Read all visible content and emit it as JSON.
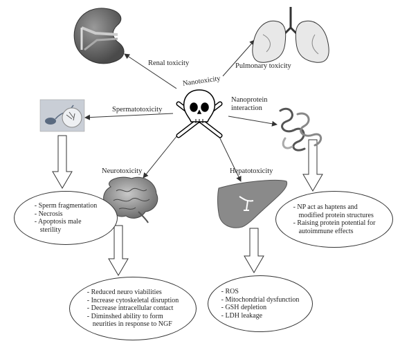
{
  "center": {
    "title": "Nanotoxicity"
  },
  "effects": {
    "renal": "Renal toxicity",
    "pulmonary": "Pulmonary toxicity",
    "sperm": "Spermatotoxicity",
    "nanoprotein": [
      "Nanoprotein",
      "interaction"
    ],
    "neuro": "Neurotoxicity",
    "hepato": "Hepatotoxicity"
  },
  "boxes": {
    "sperm": [
      "- Sperm fragmentation",
      "- Necrosis",
      "- Apoptosis male",
      "sterility"
    ],
    "protein": [
      "- NP act as haptens and",
      "modified protein structures",
      "- Raising protein potential for",
      "autoimmune effects"
    ],
    "neuro": [
      "- Reduced neuro viabilities",
      "- Increase cytoskeletal disruption",
      "- Decrease intracellular contact",
      "- Diminshed ability to form",
      "neurities in response to NGF"
    ],
    "hepato": [
      "- ROS",
      "- Mitochondrial dysfunction",
      "- GSH depletion",
      "- LDH leakage"
    ]
  },
  "icons": [
    "skull-crossbones-icon",
    "kidney-icon",
    "lungs-icon",
    "sperm-icon",
    "protein-structure-icon",
    "brain-icon",
    "liver-icon"
  ],
  "colors": {
    "line": "#333333",
    "liver": "#8a8a8a",
    "kidney": "#6f6f6f"
  }
}
